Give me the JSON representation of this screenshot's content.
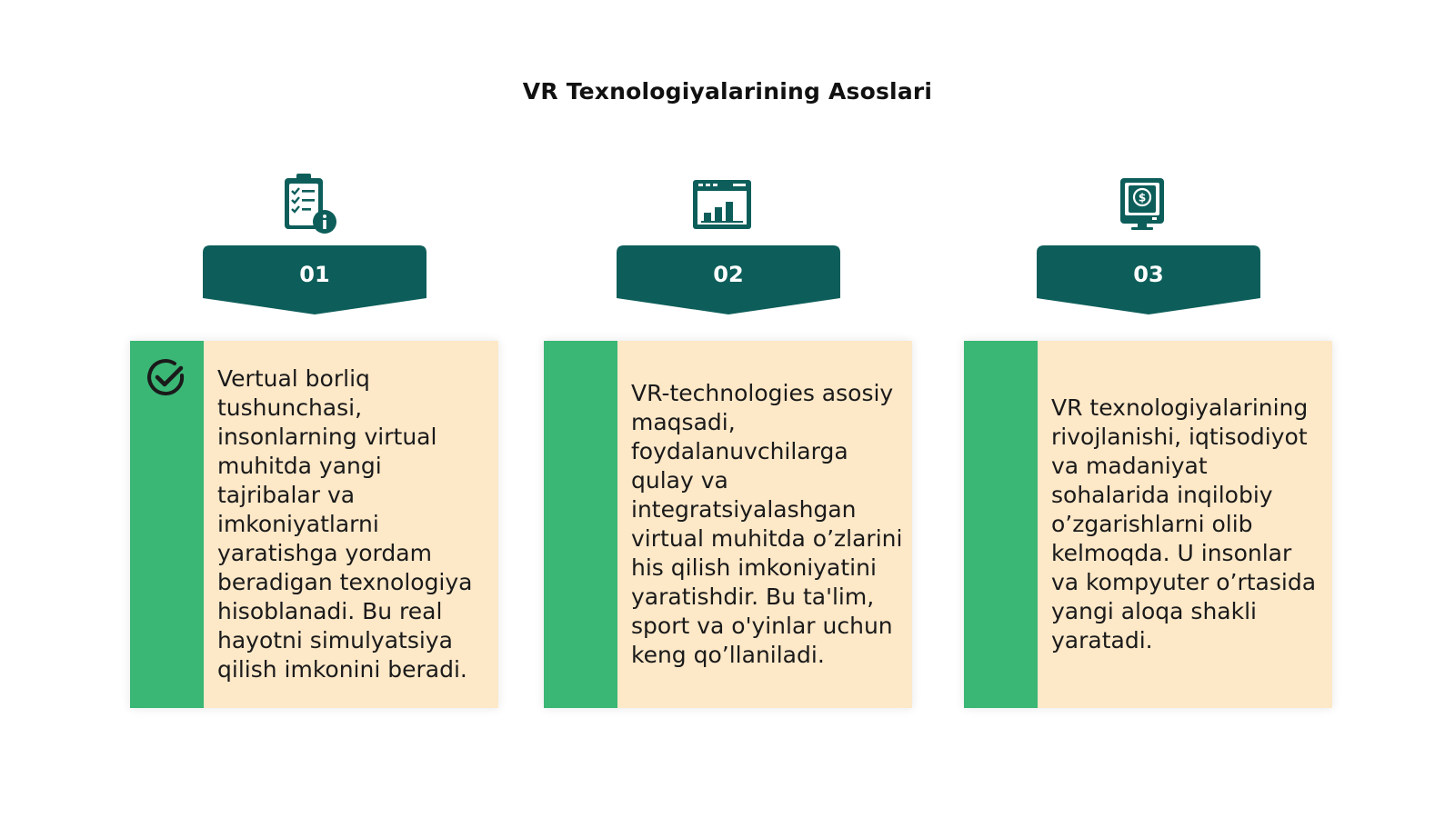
{
  "title": "VR Texnologiyalarining Asoslari",
  "colors": {
    "dark_teal": "#0d5e5a",
    "green": "#3ab675",
    "cream": "#fde8c8",
    "text": "#1a1a1a"
  },
  "steps": [
    {
      "number": "01",
      "icon": "clipboard-checklist-info-icon",
      "has_check": true,
      "text": "Vertual borliq tushunchasi, insonlarning virtual muhitda yangi tajribalar va imkoniyatlarni yaratishga yordam beradigan texnologiya hisoblanadi. Bu real hayotni simulyatsiya qilish imkonini beradi."
    },
    {
      "number": "02",
      "icon": "browser-bar-chart-icon",
      "has_check": false,
      "text": "VR-technologies asosiy maqsadi, foydalanuvchilarga qulay va integratsiyalashgan virtual muhitda o’zlarini his qilish imkoniyatini yaratishdir. Bu ta'lim, sport va o'yinlar uchun keng qo’llaniladi."
    },
    {
      "number": "03",
      "icon": "monitor-dollar-icon",
      "has_check": false,
      "text": "VR texnologiyalarining rivojlanishi, iqtisodiyot va madaniyat sohalarida inqilobiy o’zgarishlarni olib kelmoqda. U insonlar va kompyuter o’rtasida yangi aloqa shakli yaratadi."
    }
  ]
}
